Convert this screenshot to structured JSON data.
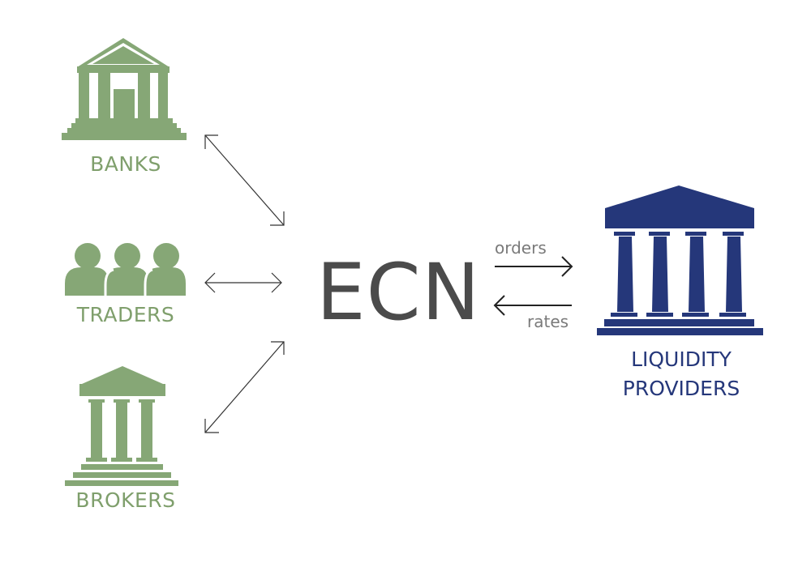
{
  "colors": {
    "participant": "#86a776",
    "participant_text": "#7f9f6c",
    "provider": "#25377a",
    "hub_text": "#4b4b4b",
    "arrow": "#333333",
    "flow_label": "#7a7a7a"
  },
  "participants": [
    {
      "label": "BANKS",
      "icon": "bank-building-icon"
    },
    {
      "label": "TRADERS",
      "icon": "people-group-icon"
    },
    {
      "label": "BROKERS",
      "icon": "broker-building-icon"
    }
  ],
  "hub": {
    "label": "ECN"
  },
  "flows": {
    "to_provider": "orders",
    "from_provider": "rates"
  },
  "provider": {
    "line1": "LIQUIDITY",
    "line2": "PROVIDERS",
    "icon": "provider-building-icon"
  }
}
